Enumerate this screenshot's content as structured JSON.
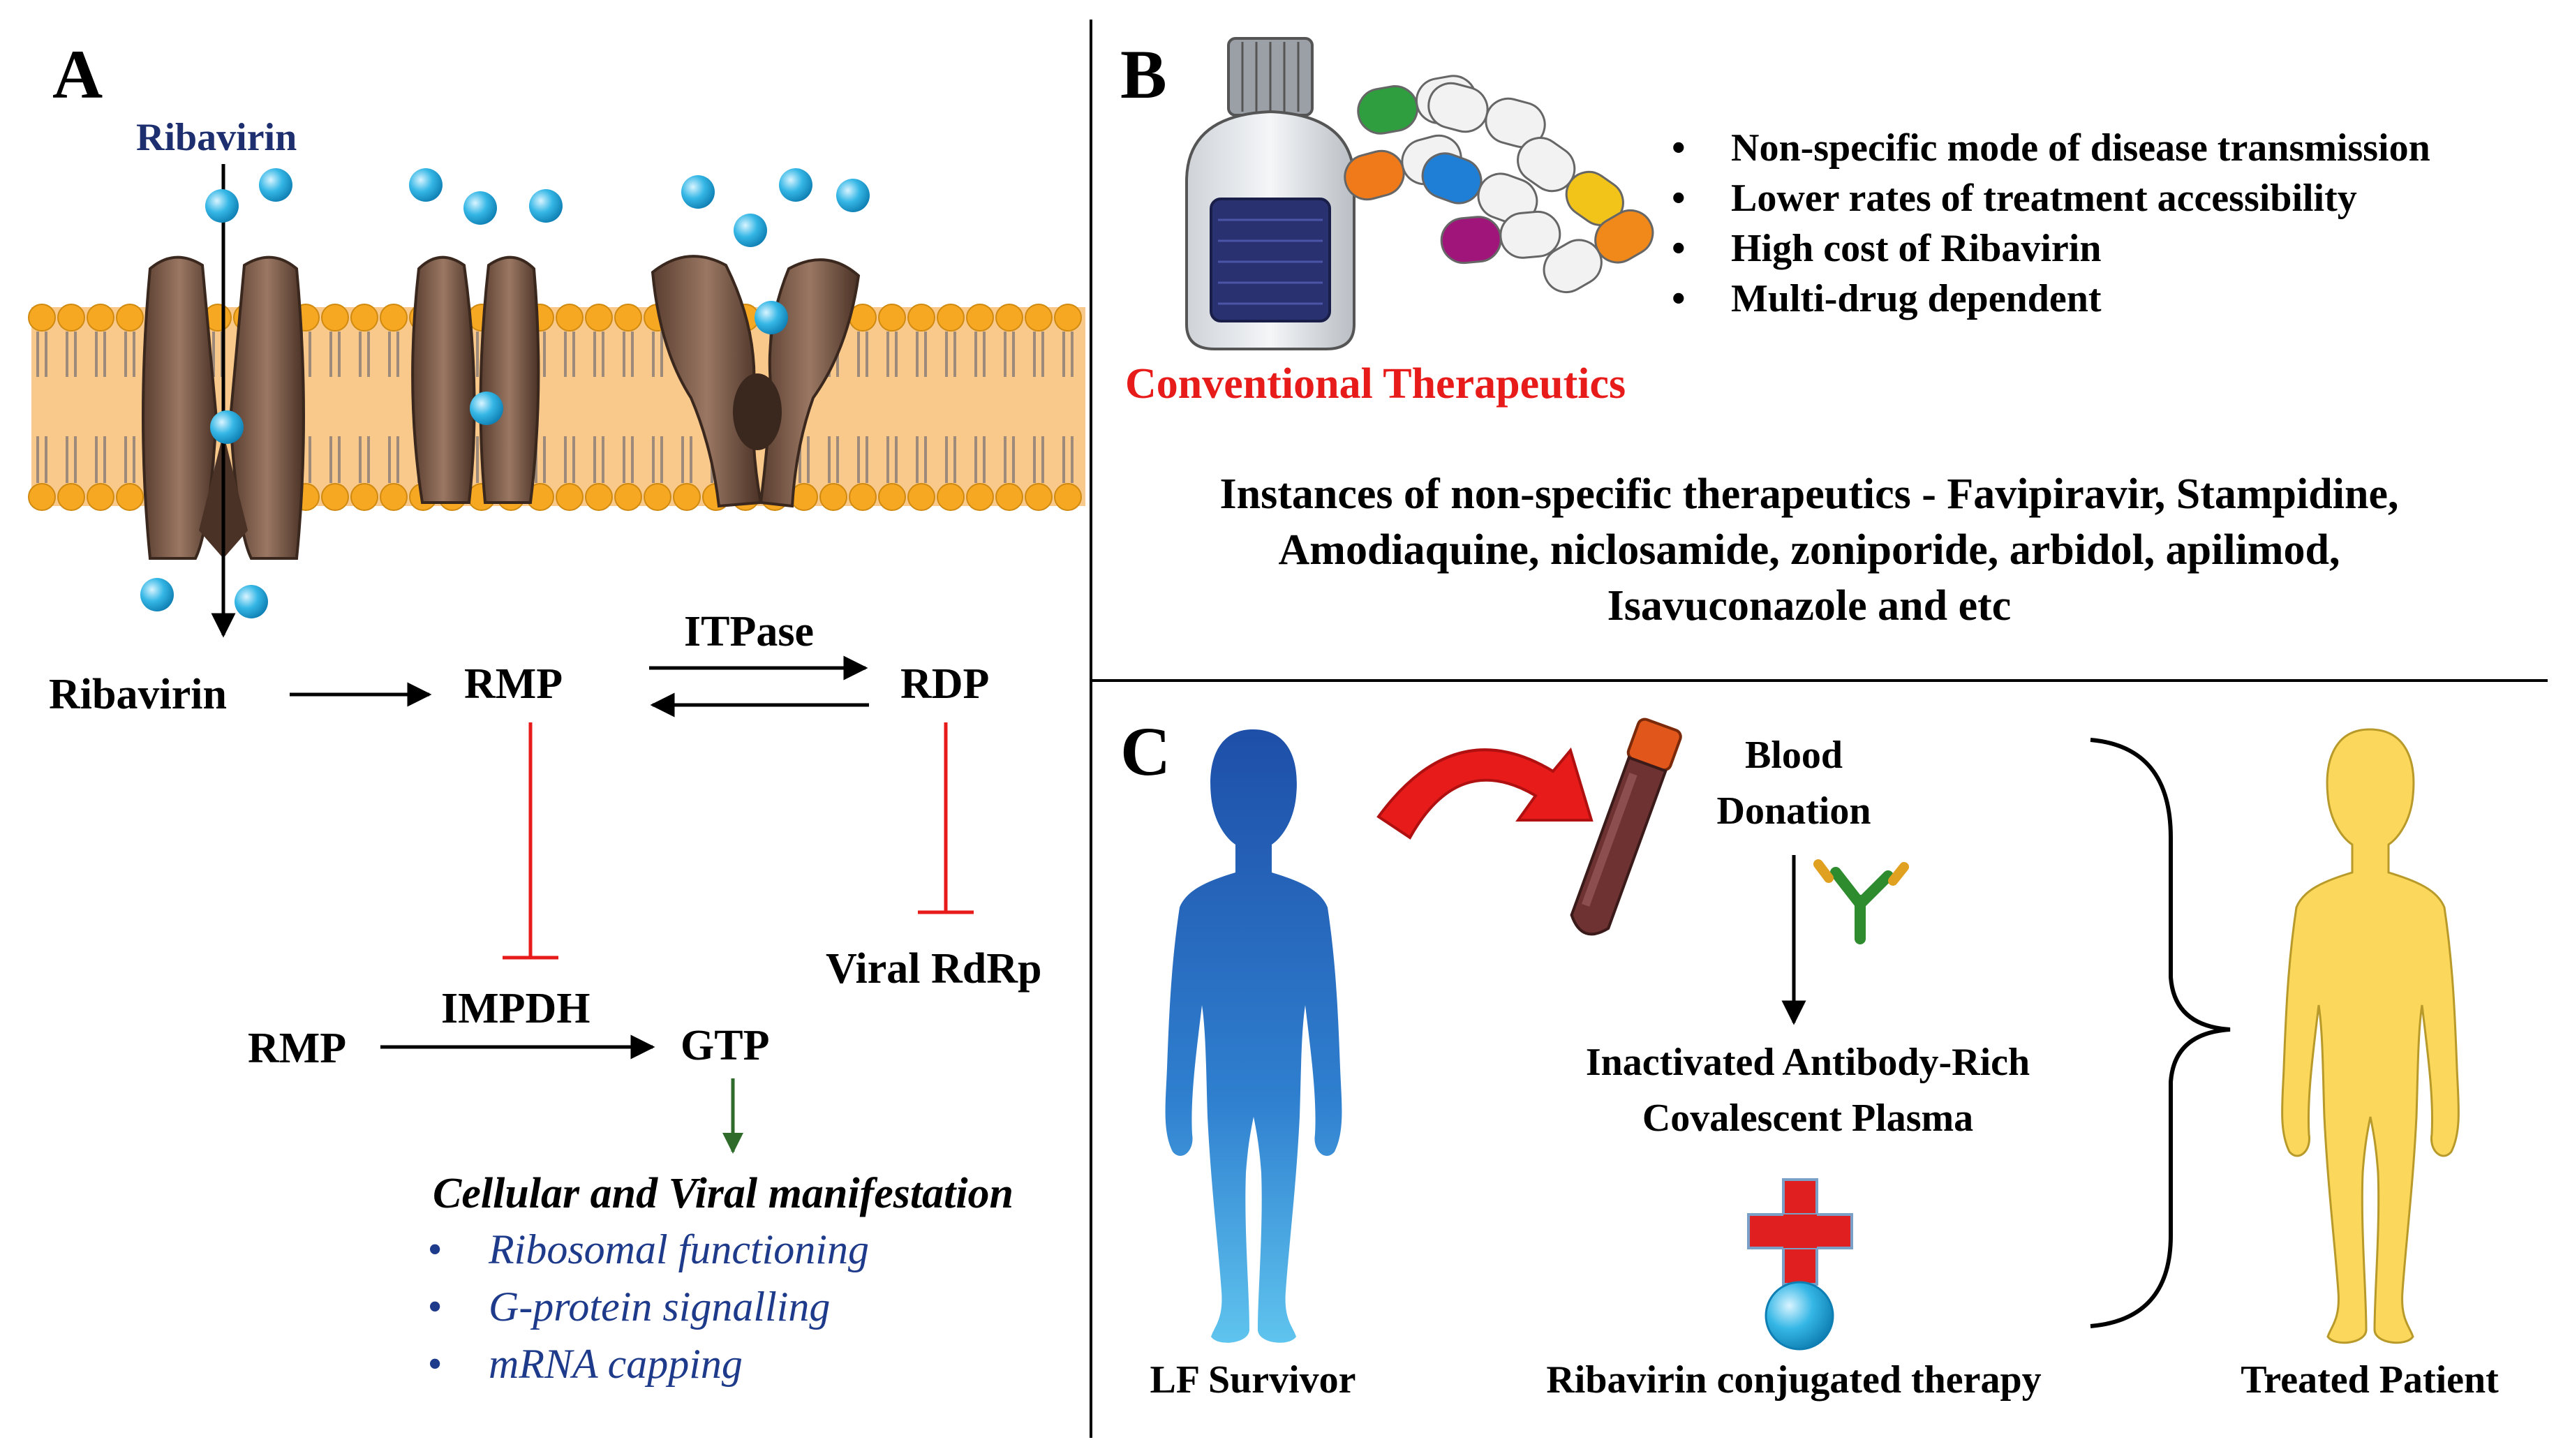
{
  "panels": {
    "a": {
      "letter": "A",
      "ribavirin_top": "Ribavirin",
      "ribavirin": "Ribavirin",
      "rmp": "RMP",
      "itpase": "ITPase",
      "rdp": "RDP",
      "viral_rdrp": "Viral RdRp",
      "rmp2": "RMP",
      "impdh": "IMPDH",
      "gtp": "GTP",
      "manifest_title": "Cellular and Viral manifestation",
      "bullet": "•",
      "manifest_items": [
        "Ribosomal functioning",
        "G-protein signalling",
        "mRNA capping"
      ]
    },
    "b": {
      "letter": "B",
      "bullet": "•",
      "conventional": "Conventional Therapeutics",
      "bullets": [
        "Non-specific mode of disease transmission",
        " Lower rates of treatment accessibility",
        "High cost of Ribavirin",
        "Multi-drug dependent"
      ],
      "instances_lines": [
        "Instances of non-specific therapeutics - Favipiravir, Stampidine,",
        "Amodiaquine, niclosamide, zoniporide, arbidol, apilimod,",
        "Isavuconazole and etc"
      ]
    },
    "c": {
      "letter": "C",
      "blood_lines": [
        "Blood",
        "Donation"
      ],
      "plasma_lines": [
        "Inactivated Antibody-Rich",
        "Covalescent Plasma"
      ],
      "lf_survivor": "LF Survivor",
      "ribavirin_conj": "Ribavirin conjugated therapy",
      "treated": "Treated Patient"
    }
  },
  "colors": {
    "membrane": "#f9c98c",
    "lipid_head": "#f7a823",
    "channel": "#7a5a48",
    "molecule": "#35b7e6",
    "inhibit": "#e81b1b",
    "down_arrow": "#2f6b2a",
    "text_blue": "#1e3a8a",
    "survivor_blue": "#2a6fc1",
    "patient_yellow": "#fbd75b",
    "red_text": "#e81b1b"
  }
}
